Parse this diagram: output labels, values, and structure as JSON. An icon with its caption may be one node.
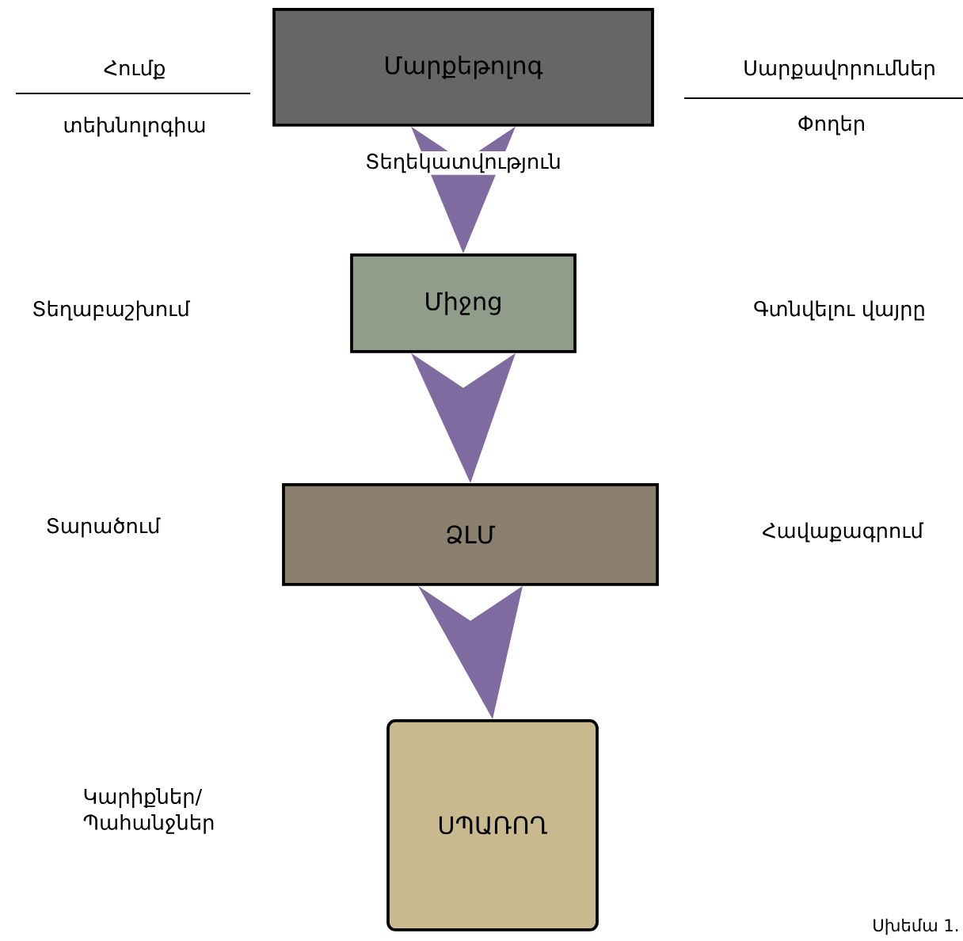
{
  "diagram": {
    "caption": "Սխեմա 1.",
    "nodes": [
      {
        "text": [
          "Մարքեթոլոգ"
        ]
      },
      {
        "text": [
          "Միջոց"
        ]
      },
      {
        "text": [
          "ՁԼՄ"
        ]
      },
      {
        "text": [
          "ՍՊԱՌՈՂ"
        ]
      }
    ],
    "edges": [
      {
        "from": 0,
        "to": 1,
        "arrow": "to",
        "label": "Տեղեկատվություն"
      },
      {
        "from": 1,
        "to": 2,
        "arrow": "to"
      },
      {
        "from": 2,
        "to": 3,
        "arrow": "to"
      }
    ],
    "labels": [
      "Հումք",
      "տեխնոլոգիա",
      "Սարքավորումներ",
      "Փողեր",
      "Տեղաբաշխում",
      "Գտնվելու վայրը",
      "Տարածում",
      "Հավաքագրում",
      "Կարիքներ/ Պահանջներ"
    ]
  }
}
